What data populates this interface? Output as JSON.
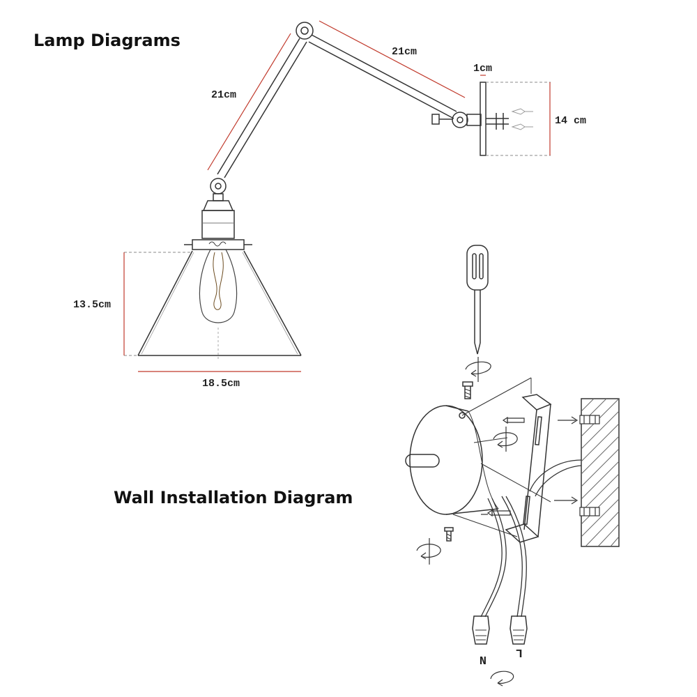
{
  "titles": {
    "lamp": "Lamp Diagrams",
    "wall": "Wall Installation Diagram"
  },
  "dimensions": {
    "arm_upper": "21cm",
    "arm_lower": "21cm",
    "mount_depth": "1cm",
    "mount_height": "14 cm",
    "shade_height": "13.5cm",
    "shade_width": "18.5cm"
  },
  "wires": {
    "neutral": "N",
    "live": "L"
  },
  "colors": {
    "line": "#333333",
    "dimension": "#c0392b",
    "dashed": "#888888"
  }
}
